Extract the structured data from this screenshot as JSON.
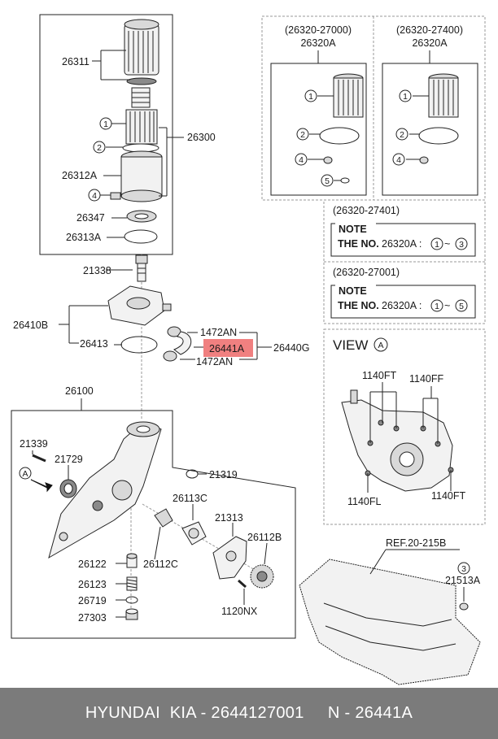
{
  "filter_kit_a": {
    "code": "(26320-27000)",
    "name": "26320A"
  },
  "filter_kit_b": {
    "code": "(26320-27400)",
    "name": "26320A"
  },
  "circled": {
    "c1": "1",
    "c2": "2",
    "c3": "3",
    "c4": "4",
    "c5": "5",
    "view": "A"
  },
  "note1": {
    "code": "(26320-27401)",
    "title": "NOTE",
    "prefix": "THE NO.",
    "ref": "26320A :",
    "sep": "~"
  },
  "note2": {
    "code": "(26320-27001)",
    "title": "NOTE",
    "prefix": "THE NO.",
    "ref": "26320A :",
    "sep": "~"
  },
  "view": {
    "title": "VIEW",
    "labels": {
      "tl": "1140FT",
      "tr": "1140FF",
      "bl": "1140FL",
      "br": "1140FT"
    }
  },
  "parts": {
    "p26311": "26311",
    "p26300": "26300",
    "p26312A": "26312A",
    "p26347": "26347",
    "p26313A": "26313A",
    "p21338": "21338",
    "p26410B": "26410B",
    "p26413": "26413",
    "p1472AN_top": "1472AN",
    "p1472AN_bot": "1472AN",
    "p26441A": "26441A",
    "p26440G": "26440G",
    "p26100": "26100",
    "p21339": "21339",
    "p21729": "21729",
    "p21319": "21319",
    "p26113C": "26113C",
    "p21313": "21313",
    "p26112B": "26112B",
    "p26122": "26122",
    "p26112C": "26112C",
    "p26123": "26123",
    "p26719": "26719",
    "p27303": "27303",
    "p1120NX": "1120NX",
    "ref": "REF.20-215B",
    "p21513A": "21513A"
  },
  "highlight_color": "#f08080",
  "footer": {
    "text": "HYUNDAI  KIA - 2644127001     N - 26441A"
  }
}
